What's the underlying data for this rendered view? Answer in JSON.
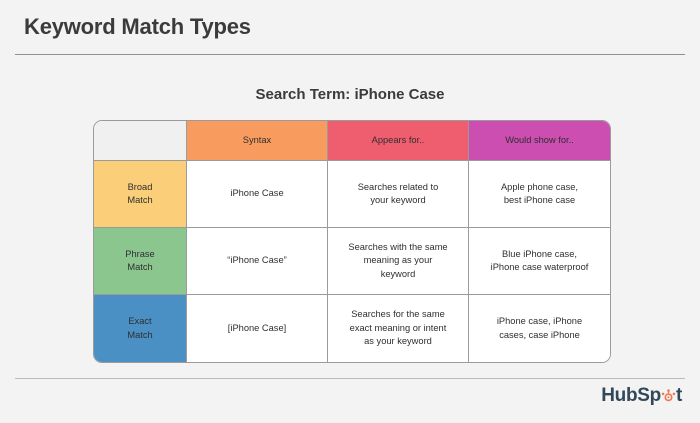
{
  "page": {
    "title": "Keyword Match Types",
    "subtitle": "Search Term: iPhone Case",
    "background_color": "#f2f3f2"
  },
  "colors": {
    "header_syntax": "#f89b5e",
    "header_appears": "#ef5e6e",
    "header_would": "#cc4eb0",
    "header_blank": "#f0f0f0",
    "label_broad": "#fbce79",
    "label_phrase": "#8cc68f",
    "label_exact": "#4a90c4",
    "border": "#9b9b9b",
    "title_text": "#3b3b3b",
    "logo_text": "#33475b",
    "logo_accent": "#f2764f"
  },
  "table": {
    "headers": [
      {
        "label": "",
        "name": "header-blank"
      },
      {
        "label": "Syntax",
        "name": "header-syntax"
      },
      {
        "label": "Appears for..",
        "name": "header-appears-for"
      },
      {
        "label": "Would show for..",
        "name": "header-would-show-for"
      }
    ],
    "rows": [
      {
        "match_type": "Broad\nMatch",
        "syntax": "iPhone Case",
        "appears_for": "Searches related to\nyour keyword",
        "would_show_for": "Apple phone case,\nbest iPhone case"
      },
      {
        "match_type": "Phrase\nMatch",
        "syntax": "“iPhone Case”",
        "appears_for": "Searches with the same\nmeaning as your\nkeyword",
        "would_show_for": "Blue iPhone case,\niPhone case waterproof"
      },
      {
        "match_type": "Exact\nMatch",
        "syntax": "[iPhone Case]",
        "appears_for": "Searches for the same\nexact meaning or intent\nas your keyword",
        "would_show_for": "iPhone case, iPhone\ncases, case iPhone"
      }
    ]
  },
  "footer": {
    "logo_part1": "HubSp",
    "logo_part2": "t",
    "logo_icon": "hubspot-sprocket-icon"
  }
}
